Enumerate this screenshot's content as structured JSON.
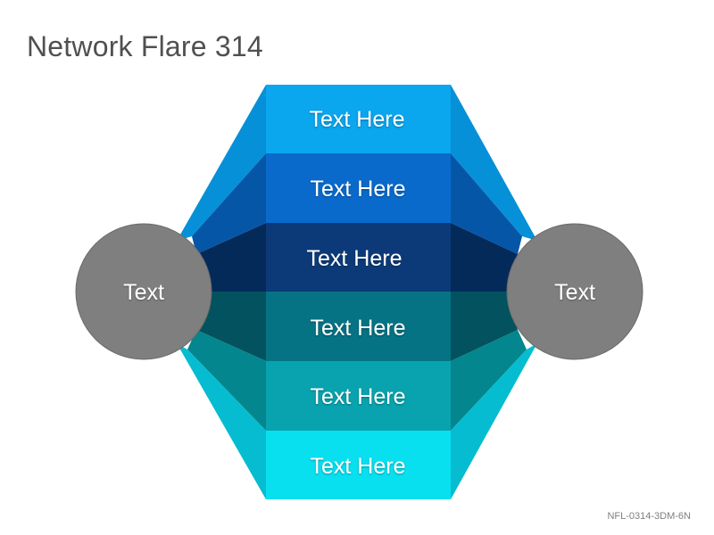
{
  "title": "Network Flare 314",
  "bands": [
    {
      "label": "Text Here",
      "color": "#0AA6EE",
      "dark": "#0690D8"
    },
    {
      "label": "Text Here",
      "color": "#0A6ACB",
      "dark": "#0656A8"
    },
    {
      "label": "Text Here",
      "color": "#0C3A78",
      "dark": "#042A5A"
    },
    {
      "label": "Text Here",
      "color": "#057384",
      "dark": "#03525F"
    },
    {
      "label": "Text Here",
      "color": "#08A3AE",
      "dark": "#03868E"
    },
    {
      "label": "Text Here",
      "color": "#08E0F0",
      "dark": "#06BCD0"
    }
  ],
  "nodes": {
    "left": {
      "label": "Text",
      "color": "#7F7F7F"
    },
    "right": {
      "label": "Text",
      "color": "#7F7F7F"
    }
  },
  "footer": "NFL-0314-3DM-6N"
}
